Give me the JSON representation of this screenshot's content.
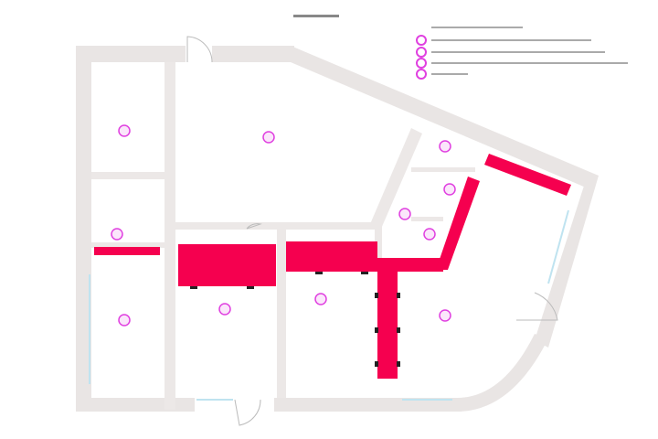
{
  "plan": {
    "title_bar": "",
    "colors": {
      "wall": "#e9e5e4",
      "highlight": "#f5004f",
      "marker": "#e040e0",
      "window": "#bfe3f0"
    },
    "rooms": [
      {
        "id": "room-top-left",
        "label": ""
      },
      {
        "id": "room-main-hall",
        "label": ""
      },
      {
        "id": "room-left-lower",
        "label": ""
      },
      {
        "id": "room-center-left",
        "label": ""
      },
      {
        "id": "room-center-right",
        "label": ""
      },
      {
        "id": "room-right-large",
        "label": ""
      },
      {
        "id": "room-right-a",
        "label": ""
      },
      {
        "id": "room-right-b",
        "label": ""
      },
      {
        "id": "room-right-c",
        "label": ""
      },
      {
        "id": "room-right-d",
        "label": ""
      },
      {
        "id": "room-wc",
        "label": ""
      }
    ],
    "legend": {
      "items": [
        {
          "icon": "marker-circle-icon"
        },
        {
          "icon": "marker-circle-icon"
        },
        {
          "icon": "marker-circle-icon"
        },
        {
          "icon": "marker-circle-icon"
        }
      ]
    }
  }
}
